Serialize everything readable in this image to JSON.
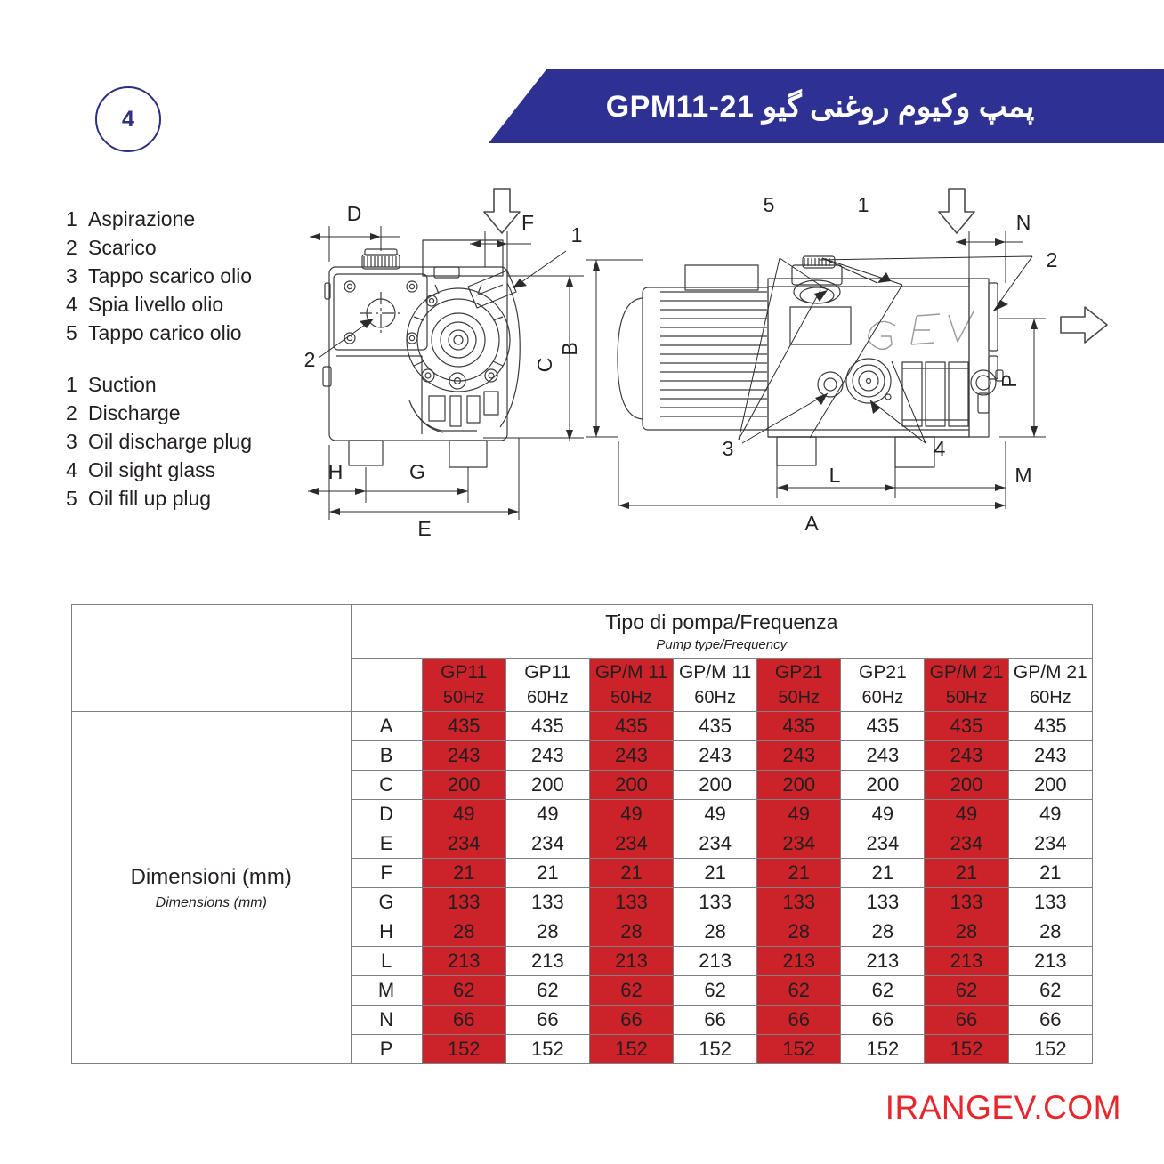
{
  "page": {
    "number": "4",
    "badge_color": "#2d2f7f"
  },
  "header": {
    "title": "پمپ وکیوم روغنی گیو  GPM11-21",
    "banner_color": "#2e3192"
  },
  "legend": {
    "italian": [
      {
        "num": "1",
        "label": "Aspirazione"
      },
      {
        "num": "2",
        "label": "Scarico"
      },
      {
        "num": "3",
        "label": "Tappo scarico olio"
      },
      {
        "num": "4",
        "label": "Spia livello olio"
      },
      {
        "num": "5",
        "label": "Tappo carico olio"
      }
    ],
    "english": [
      {
        "num": "1",
        "label": "Suction"
      },
      {
        "num": "2",
        "label": "Discharge"
      },
      {
        "num": "3",
        "label": "Oil discharge plug"
      },
      {
        "num": "4",
        "label": "Oil sight glass"
      },
      {
        "num": "5",
        "label": "Oil fill up plug"
      }
    ]
  },
  "drawings": {
    "front_view": {
      "dimension_labels": [
        "D",
        "F",
        "C",
        "H",
        "G",
        "E"
      ],
      "callouts": [
        "1",
        "2"
      ],
      "flow_arrow": "down-arrow-icon"
    },
    "side_view": {
      "dimension_labels": [
        "B",
        "N",
        "P",
        "L",
        "M",
        "A"
      ],
      "callouts": [
        "5",
        "1",
        "2",
        "3",
        "4"
      ],
      "brand_text": "GEV",
      "flow_arrow_in": "down-arrow-icon",
      "flow_arrow_out": "right-arrow-icon"
    }
  },
  "table": {
    "group_header": {
      "title_it": "Tipo di pompa/Frequenza",
      "title_en": "Pump type/Frequency"
    },
    "dimensions_label": {
      "title_it": "Dimensioni (mm)",
      "title_en": "Dimensions (mm)"
    },
    "columns": [
      {
        "type": "GP11",
        "freq": "50Hz",
        "highlight": true
      },
      {
        "type": "GP11",
        "freq": "60Hz",
        "highlight": false
      },
      {
        "type": "GP/M 11",
        "freq": "50Hz",
        "highlight": true
      },
      {
        "type": "GP/M 11",
        "freq": "60Hz",
        "highlight": false
      },
      {
        "type": "GP21",
        "freq": "50Hz",
        "highlight": true
      },
      {
        "type": "GP21",
        "freq": "60Hz",
        "highlight": false
      },
      {
        "type": "GP/M 21",
        "freq": "50Hz",
        "highlight": true
      },
      {
        "type": "GP/M 21",
        "freq": "60Hz",
        "highlight": false
      }
    ],
    "rows": [
      {
        "letter": "A",
        "values": [
          "435",
          "435",
          "435",
          "435",
          "435",
          "435",
          "435",
          "435"
        ]
      },
      {
        "letter": "B",
        "values": [
          "243",
          "243",
          "243",
          "243",
          "243",
          "243",
          "243",
          "243"
        ]
      },
      {
        "letter": "C",
        "values": [
          "200",
          "200",
          "200",
          "200",
          "200",
          "200",
          "200",
          "200"
        ]
      },
      {
        "letter": "D",
        "values": [
          "49",
          "49",
          "49",
          "49",
          "49",
          "49",
          "49",
          "49"
        ]
      },
      {
        "letter": "E",
        "values": [
          "234",
          "234",
          "234",
          "234",
          "234",
          "234",
          "234",
          "234"
        ]
      },
      {
        "letter": "F",
        "values": [
          "21",
          "21",
          "21",
          "21",
          "21",
          "21",
          "21",
          "21"
        ]
      },
      {
        "letter": "G",
        "values": [
          "133",
          "133",
          "133",
          "133",
          "133",
          "133",
          "133",
          "133"
        ]
      },
      {
        "letter": "H",
        "values": [
          "28",
          "28",
          "28",
          "28",
          "28",
          "28",
          "28",
          "28"
        ]
      },
      {
        "letter": "L",
        "values": [
          "213",
          "213",
          "213",
          "213",
          "213",
          "213",
          "213",
          "213"
        ]
      },
      {
        "letter": "M",
        "values": [
          "62",
          "62",
          "62",
          "62",
          "62",
          "62",
          "62",
          "62"
        ]
      },
      {
        "letter": "N",
        "values": [
          "66",
          "66",
          "66",
          "66",
          "66",
          "66",
          "66",
          "66"
        ]
      },
      {
        "letter": "P",
        "values": [
          "152",
          "152",
          "152",
          "152",
          "152",
          "152",
          "152",
          "152"
        ]
      }
    ],
    "highlight_color": "#cc2229"
  },
  "footer": {
    "brand": "IRANGEV.COM",
    "brand_color": "#e8262d"
  }
}
